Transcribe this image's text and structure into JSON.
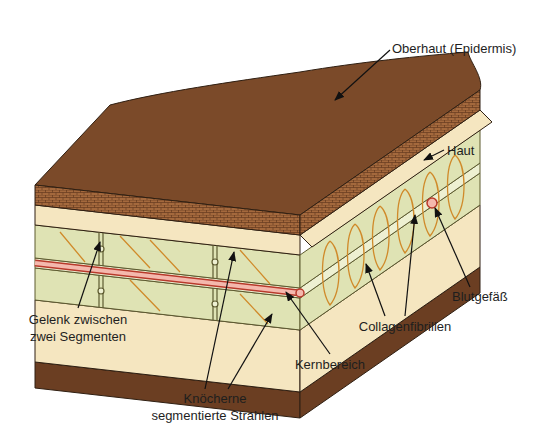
{
  "diagram": {
    "labels": [
      "Oberhaut (Epidermis)",
      "Haut",
      "Gelenk zwischen zwei Segmenten",
      "Blutgefäß",
      "Collagenfibrillen",
      "Kernbereich",
      "Knöcherne segmentierte Strahlen"
    ]
  }
}
